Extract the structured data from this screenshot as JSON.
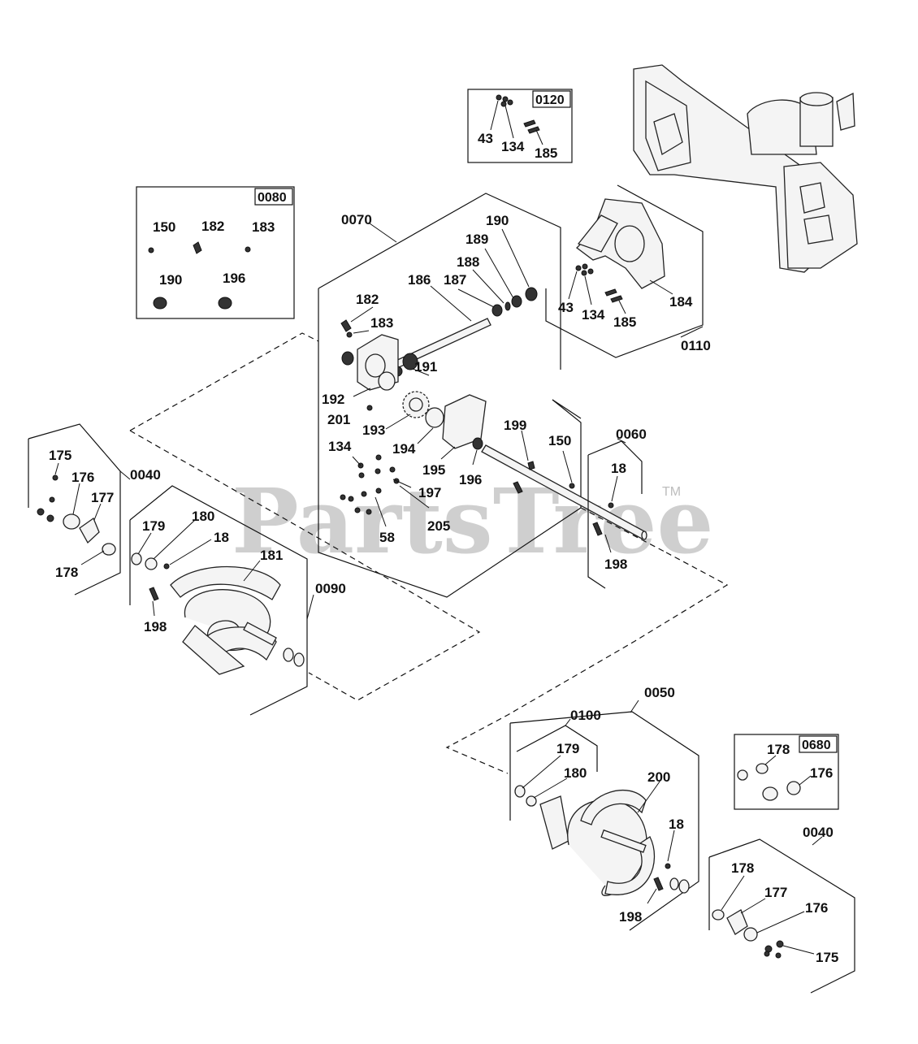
{
  "watermark": {
    "text": "PartsTree",
    "trademark": "TM"
  },
  "boxes": {
    "b0120": "0120",
    "b0080": "0080",
    "b0680": "0680"
  },
  "groups": {
    "g0070": "0070",
    "g0110": "0110",
    "g0060": "0060",
    "g0040a": "0040",
    "g0090": "0090",
    "g0050": "0050",
    "g0100": "0100",
    "g0040b": "0040"
  },
  "parts": {
    "p0120_43": "43",
    "p0120_134": "134",
    "p0120_185": "185",
    "p0080_150": "150",
    "p0080_182": "182",
    "p0080_183": "183",
    "p0080_190": "190",
    "p0080_196": "196",
    "p190": "190",
    "p189": "189",
    "p188": "188",
    "p186": "186",
    "p187": "187",
    "p182": "182",
    "p183": "183",
    "p191": "191",
    "p192": "192",
    "p201": "201",
    "p193": "193",
    "p194": "194",
    "p195": "195",
    "p196": "196",
    "p199": "199",
    "p150": "150",
    "p134": "134",
    "p197": "197",
    "p205": "205",
    "p58": "58",
    "p184": "184",
    "p43": "43",
    "p134b": "134",
    "p185": "185",
    "p18a": "18",
    "p198a": "198",
    "p175a": "175",
    "p176a": "176",
    "p177a": "177",
    "p178a": "178",
    "p179a": "179",
    "p180a": "180",
    "p18b": "18",
    "p181": "181",
    "p198b": "198",
    "p179b": "179",
    "p180b": "180",
    "p200": "200",
    "p18c": "18",
    "p198c": "198",
    "p0680_178": "178",
    "p0680_176": "176",
    "p178b": "178",
    "p177b": "177",
    "p176b": "176",
    "p175b": "175"
  }
}
